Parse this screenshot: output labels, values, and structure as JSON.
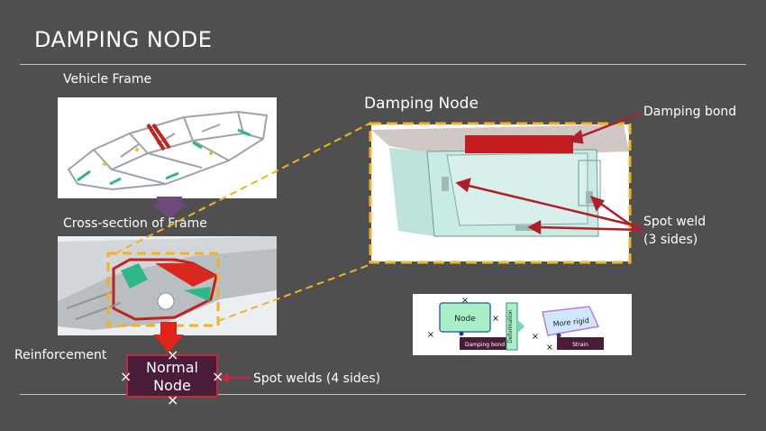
{
  "slide": {
    "title": "DAMPING NODE",
    "colors": {
      "background": "#4f4f4f",
      "accent": "#f2b320",
      "arrow_red": "#c4283b",
      "node_fill": "#4b1b3a"
    }
  },
  "left": {
    "vehicle_frame_label": "Vehicle Frame",
    "cross_section_label": "Cross-section of Frame",
    "reinforcement_label": "Reinforcement",
    "normal_node_line1": "Normal",
    "normal_node_line2": "Node",
    "spot_welds_label": "Spot welds (4 sides)",
    "x_mark": "×"
  },
  "right": {
    "damping_node_label": "Damping Node",
    "damping_bond_label": "Damping bond",
    "spot_weld_line1": "Spot weld",
    "spot_weld_line2": "(3 sides)"
  },
  "schematic": {
    "node_label": "Node",
    "damping_bond_label": "Damping bond",
    "deformation_label": "Deformation",
    "more_rigid_label": "More rigid",
    "strain_label": "Strain"
  }
}
